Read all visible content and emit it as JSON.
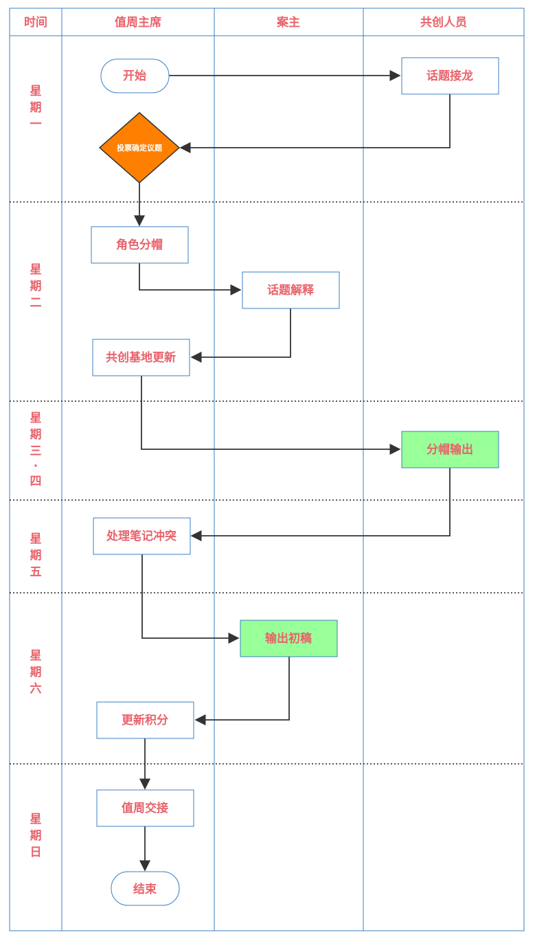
{
  "headers": {
    "time": "时间",
    "chair": "值周主席",
    "owner": "案主",
    "cocreators": "共创人员"
  },
  "days": {
    "mon": [
      "星",
      "期",
      "一"
    ],
    "tue": [
      "星",
      "期",
      "二"
    ],
    "wedthu": [
      "星",
      "期",
      "三",
      "·",
      "四"
    ],
    "fri": [
      "星",
      "期",
      "五"
    ],
    "sat": [
      "星",
      "期",
      "六"
    ],
    "sun": [
      "星",
      "期",
      "日"
    ]
  },
  "nodes": {
    "start": "开始",
    "topic_relay": "话题接龙",
    "vote": "投票确定议题",
    "assign_hats": "角色分帽",
    "topic_explain": "话题解释",
    "base_update": "共创基地更新",
    "hat_output": "分帽输出",
    "resolve_conflicts": "处理笔记冲突",
    "first_draft": "输出初稿",
    "update_points": "更新积分",
    "handover": "值周交接",
    "end": "结束"
  },
  "colors": {
    "grid": "#3a7fc0",
    "text": "#e8636b",
    "box_border": "#3a7fc0",
    "green_fill": "#99ff99",
    "decision_fill": "#ff8000",
    "arrow": "#333333"
  }
}
